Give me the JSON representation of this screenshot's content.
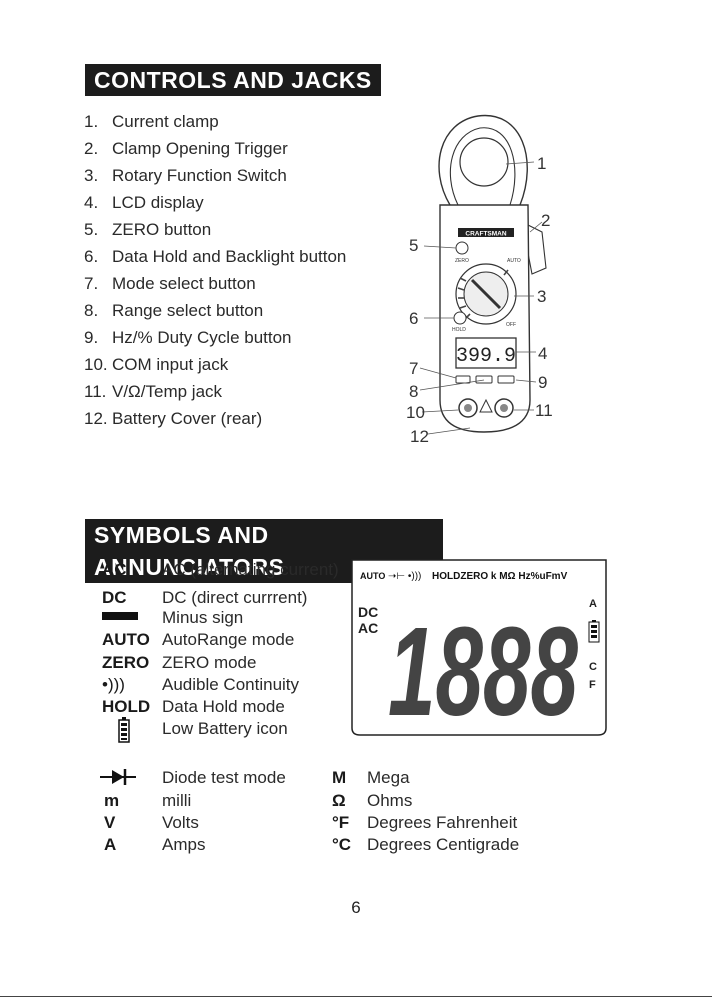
{
  "controls": {
    "title": "CONTROLS AND JACKS",
    "items": [
      {
        "num": "1.",
        "label": "Current clamp"
      },
      {
        "num": "2.",
        "label": "Clamp Opening Trigger"
      },
      {
        "num": "3.",
        "label": "Rotary Function Switch"
      },
      {
        "num": "4.",
        "label": "LCD display"
      },
      {
        "num": "5.",
        "label": "ZERO button"
      },
      {
        "num": "6.",
        "label": "Data Hold and Backlight button"
      },
      {
        "num": "7.",
        "label": "Mode select button"
      },
      {
        "num": "8.",
        "label": "Range select button"
      },
      {
        "num": "9.",
        "label": "Hz/% Duty Cycle button"
      },
      {
        "num": "10.",
        "label": "COM input jack"
      },
      {
        "num": "11.",
        "label": "V/Ω/Temp jack"
      },
      {
        "num": "12.",
        "label": "Battery Cover (rear)"
      }
    ]
  },
  "figure": {
    "callouts": [
      "1",
      "2",
      "3",
      "4",
      "5",
      "6",
      "7",
      "8",
      "9",
      "10",
      "11",
      "12"
    ],
    "lcd_reading": "399.9",
    "brand": "CRAFTSMAN",
    "knob_labels": {
      "auto": "AUTO",
      "zero": "ZERO",
      "off": "OFF",
      "hold": "HOLD"
    }
  },
  "symbols": {
    "title": "SYMBOLS AND ANNUNCIATORS",
    "left": [
      {
        "sym": "AC",
        "desc": "AC (alternating current)"
      },
      {
        "sym": "DC",
        "desc": "DC (direct currrent)"
      },
      {
        "sym": "",
        "icon": "minus-sign-icon",
        "desc": "Minus sign"
      },
      {
        "sym": "AUTO",
        "desc": "AutoRange mode"
      },
      {
        "sym": "ZERO",
        "desc": "ZERO mode"
      },
      {
        "sym": "•)))",
        "desc": "Audible Continuity"
      },
      {
        "sym": "HOLD",
        "desc": "Data Hold mode"
      },
      {
        "sym": "",
        "icon": "low-battery-icon",
        "desc": "Low Battery icon"
      }
    ],
    "bottom_left": [
      {
        "sym": "",
        "icon": "diode-icon",
        "desc": "Diode test mode"
      },
      {
        "sym": "m",
        "desc": "milli"
      },
      {
        "sym": "V",
        "desc": "Volts"
      },
      {
        "sym": "A",
        "desc": "Amps"
      }
    ],
    "bottom_right": [
      {
        "sym": "M",
        "desc": "Mega"
      },
      {
        "sym": "Ω",
        "desc": "Ohms"
      },
      {
        "sym": "°F",
        "desc": "Degrees Fahrenheit"
      },
      {
        "sym": "°C",
        "desc": "Degrees Centigrade"
      }
    ]
  },
  "lcd": {
    "top_row": "AUTO",
    "top_row_rest": "HOLDZERO k MΩ Hz%uFmV",
    "dc": "DC",
    "ac": "AC",
    "digits": "1888",
    "right_a": "A",
    "right_c": "C",
    "right_f": "F"
  },
  "page_number": "6"
}
